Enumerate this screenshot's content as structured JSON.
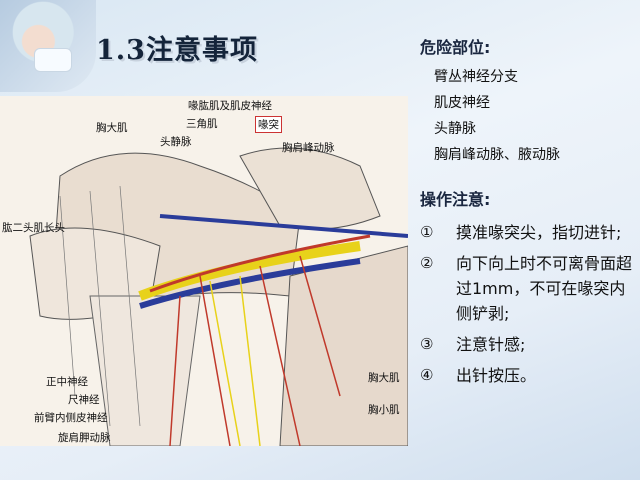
{
  "title": "1.3注意事项",
  "danger": {
    "heading": "危险部位:",
    "items": [
      "臂丛神经分支",
      "肌皮神经",
      "头静脉",
      "胸肩峰动脉、腋动脉"
    ]
  },
  "operation": {
    "heading": "操作注意:",
    "steps": [
      {
        "num": "①",
        "text": "摸准喙突尖，指切进针;"
      },
      {
        "num": "②",
        "text": "向下向上时不可离骨面超过1mm，不可在喙突内侧铲剥;"
      },
      {
        "num": "③",
        "text": "注意针感;"
      },
      {
        "num": "④",
        "text": "出针按压。"
      }
    ]
  },
  "figure": {
    "labels": {
      "pectoralis_major": "胸大肌",
      "coracobrachialis": "喙肱肌及肌皮神经",
      "deltoid": "三角肌",
      "cephalic_vein": "头静脉",
      "coracoid": "喙突",
      "thoracoacromial": "胸肩峰动脉",
      "biceps_long_head": "肱二头肌长头",
      "median_nerve": "正中神经",
      "ulnar_nerve": "尺神经",
      "medial_antebrachial": "前臂内侧皮神经",
      "circumflex_scapular": "旋肩胛动脉",
      "pectoralis_major_right": "胸大肌",
      "pectoralis_minor": "胸小肌"
    }
  }
}
